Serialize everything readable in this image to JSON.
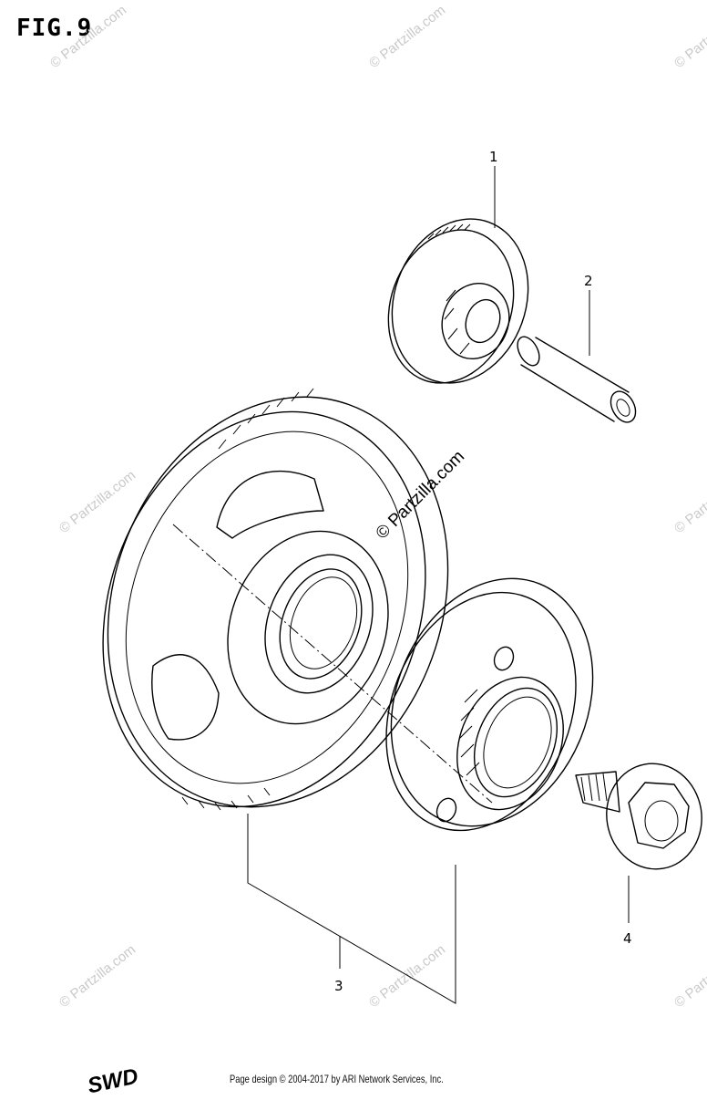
{
  "figure": {
    "title": "FIG.9"
  },
  "callouts": {
    "c1": "1",
    "c2": "2",
    "c3": "3",
    "c4": "4"
  },
  "watermark": {
    "text": "© Partzilla.com"
  },
  "footer": {
    "copyright": "Page design © 2004-2017 by ARI Network Services, Inc.",
    "stamp": "SWD"
  }
}
